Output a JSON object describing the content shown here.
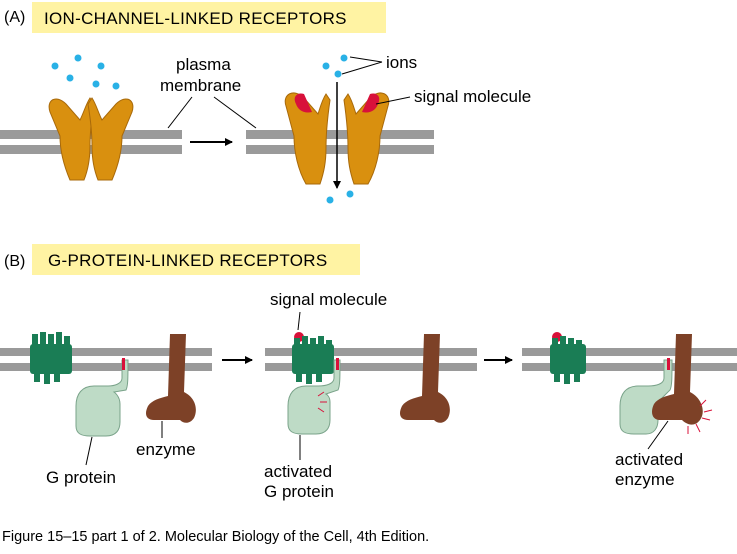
{
  "panel_a": {
    "tag": "(A)",
    "title": "ION-CHANNEL-LINKED  RECEPTORS",
    "label_plasma_line1": "plasma",
    "label_plasma_line2": "membrane",
    "label_ions": "ions",
    "label_signal": "signal molecule"
  },
  "panel_b": {
    "tag": "(B)",
    "title": "G-PROTEIN-LINKED  RECEPTORS",
    "label_signal": "signal molecule",
    "label_enzyme": "enzyme",
    "label_gprotein": "G protein",
    "label_activated_g_line1": "activated",
    "label_activated_g_line2": "G protein",
    "label_activated_enzyme_line1": "activated",
    "label_activated_enzyme_line2": "enzyme"
  },
  "caption": "Figure 15–15 part 1 of 2. Molecular Biology of the Cell, 4th Edition.",
  "colors": {
    "membrane": "#9a9a9a",
    "title_highlight": "#fff3a3",
    "channel": "#d9900f",
    "ion": "#29b1e6",
    "signal": "#d8113a",
    "receptor": "#1a7d55",
    "g_protein": "#bedbc6",
    "enzyme": "#7d4127"
  }
}
